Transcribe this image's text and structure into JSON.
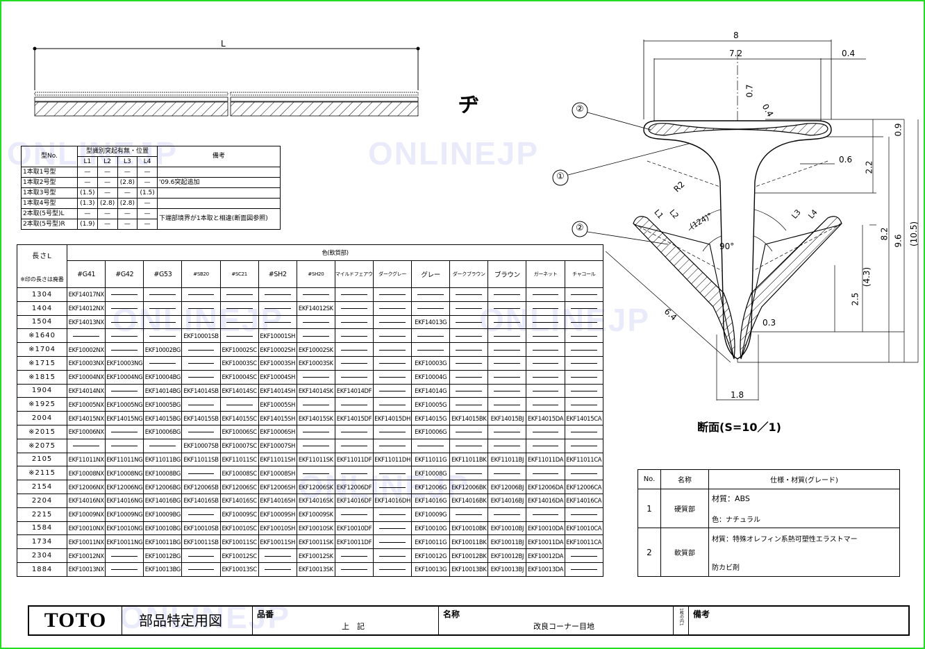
{
  "watermark": "ONLINEJP",
  "drawing": {
    "length_label": "L",
    "section_symbol": "ヂ",
    "section_caption": "断面(S=10／1)",
    "dims": {
      "w8": "8",
      "w72": "7.2",
      "d04a": "0.4",
      "d07": "0.7",
      "d04b": "0.4",
      "d09": "0.9",
      "d06": "0.6",
      "d22": "2.2",
      "r2": "R2",
      "l1": "L1",
      "l2": "L2",
      "l3": "L3",
      "l4": "L4",
      "a124": "(124)°",
      "a90": "90°",
      "d82": "8.2",
      "d96": "9.6",
      "d105": "(10.5)",
      "d43": "(4.3)",
      "d25": "2.5",
      "d64": "6.4",
      "d03": "0.3",
      "d18": "1.8"
    },
    "callouts": [
      "②",
      "①",
      "②"
    ]
  },
  "type_table": {
    "headers": {
      "model": "型No.",
      "protrusion": "型識別突起有無・位置",
      "remarks": "備考",
      "cols": [
        "L1",
        "L2",
        "L3",
        "L4"
      ]
    },
    "rows": [
      {
        "name": "1本取1号型",
        "v": [
          "—",
          "—",
          "—",
          "—"
        ],
        "remark": ""
      },
      {
        "name": "1本取2号型",
        "v": [
          "—",
          "—",
          "(2.8)",
          "—"
        ],
        "remark": "'09.6突起追加"
      },
      {
        "name": "1本取3号型",
        "v": [
          "(1.5)",
          "—",
          "—",
          "(1.5)"
        ],
        "remark": ""
      },
      {
        "name": "1本取4号型",
        "v": [
          "(1.3)",
          "(2.8)",
          "(2.8)",
          "—"
        ],
        "remark": ""
      },
      {
        "name": "2本取(5号型)L",
        "v": [
          "—",
          "—",
          "—",
          "—"
        ],
        "remark": "下端部境界が1本取と相違(断面図参照)"
      },
      {
        "name": "2本取(5号型)R",
        "v": [
          "(1.9)",
          "—",
          "—",
          "—"
        ],
        "remark": ""
      }
    ]
  },
  "color_table": {
    "length_header": "長さL",
    "length_note": "※印の長さは廃番",
    "color_header": "色(軟質部)",
    "columns": [
      "#G41",
      "#G42",
      "#G53",
      "#SB20",
      "#SC21",
      "#SH2",
      "#SH20",
      "マイルドフェアウッド",
      "ダークグレー",
      "グレー",
      "ダークブラウン",
      "ブラウン",
      "ガーネット",
      "チャコール"
    ],
    "rows": [
      {
        "len": "1304",
        "c": [
          "EKF14017NX",
          "",
          "",
          "",
          "",
          "",
          "",
          "",
          "",
          "",
          "",
          "",
          "",
          ""
        ]
      },
      {
        "len": "1404",
        "c": [
          "EKF14012NX",
          "",
          "",
          "",
          "",
          "",
          "EKF14012SK",
          "",
          "",
          "",
          "",
          "",
          "",
          ""
        ]
      },
      {
        "len": "1504",
        "c": [
          "EKF14013NX",
          "",
          "",
          "",
          "",
          "",
          "",
          "",
          "",
          "EKF14013G",
          "",
          "",
          "",
          ""
        ]
      },
      {
        "len": "※1640",
        "c": [
          "",
          "",
          "",
          "EKF10001SB",
          "",
          "EKF10001SH",
          "",
          "",
          "",
          "",
          "",
          "",
          "",
          ""
        ]
      },
      {
        "len": "※1704",
        "c": [
          "EKF10002NX",
          "",
          "EKF10002BG",
          "",
          "EKF10002SC",
          "EKF10002SH",
          "EKF10002SK",
          "",
          "",
          "",
          "",
          "",
          "",
          ""
        ]
      },
      {
        "len": "※1715",
        "c": [
          "EKF10003NX",
          "EKF10003NG",
          "",
          "",
          "EKF10003SC",
          "EKF10003SH",
          "EKF10003SK",
          "",
          "",
          "EKF10003G",
          "",
          "",
          "",
          ""
        ]
      },
      {
        "len": "※1815",
        "c": [
          "EKF10004NX",
          "EKF10004NG",
          "EKF10004BG",
          "",
          "EKF10004SC",
          "EKF10004SH",
          "",
          "",
          "",
          "EKF10004G",
          "",
          "",
          "",
          ""
        ]
      },
      {
        "len": "1904",
        "c": [
          "EKF14014NX",
          "",
          "EKF14014BG",
          "EKF14014SB",
          "EKF14014SC",
          "EKF14014SH",
          "EKF14014SK",
          "EKF14014DF",
          "",
          "EKF14014G",
          "",
          "",
          "",
          ""
        ]
      },
      {
        "len": "※1925",
        "c": [
          "EKF10005NX",
          "EKF10005NG",
          "EKF10005BG",
          "",
          "",
          "EKF10005SH",
          "",
          "",
          "",
          "EKF10005G",
          "",
          "",
          "",
          ""
        ]
      },
      {
        "len": "2004",
        "c": [
          "EKF14015NX",
          "EKF14015NG",
          "EKF14015BG",
          "EKF14015SB",
          "EKF14015SC",
          "EKF14015SH",
          "EKF14015SK",
          "EKF14015DF",
          "EKF14015DH",
          "EKF14015G",
          "EKF14015BK",
          "EKF14015BJ",
          "EKF14015DA",
          "EKF14015CA"
        ]
      },
      {
        "len": "※2015",
        "c": [
          "EKF10006NX",
          "",
          "EKF10006BG",
          "",
          "EKF10006SC",
          "EKF10006SH",
          "",
          "",
          "",
          "EKF10006G",
          "",
          "",
          "",
          ""
        ]
      },
      {
        "len": "※2075",
        "c": [
          "",
          "",
          "",
          "EKF10007SB",
          "EKF10007SC",
          "EKF10007SH",
          "",
          "",
          "",
          "",
          "",
          "",
          "",
          ""
        ]
      },
      {
        "len": "2105",
        "c": [
          "EKF11011NX",
          "EKF11011NG",
          "EKF11011BG",
          "EKF11011SB",
          "EKF11011SC",
          "EKF11011SH",
          "EKF11011SK",
          "EKF11011DF",
          "EKF11011DH",
          "EKF11011G",
          "EKF11011BK",
          "EKF11011BJ",
          "EKF11011DA",
          "EKF11011CA"
        ]
      },
      {
        "len": "※2115",
        "c": [
          "EKF10008NX",
          "EKF10008NG",
          "EKF10008BG",
          "",
          "EKF10008SC",
          "EKF10008SH",
          "",
          "",
          "",
          "EKF10008G",
          "",
          "",
          "",
          ""
        ]
      },
      {
        "len": "2154",
        "c": [
          "EKF12006NX",
          "EKF12006NG",
          "EKF12006BG",
          "EKF12006SB",
          "EKF12006SC",
          "EKF12006SH",
          "EKF12006SK",
          "EKF12006DF",
          "",
          "EKF12006G",
          "EKF12006BK",
          "EKF12006BJ",
          "EKF12006DA",
          "EKF12006CA"
        ]
      },
      {
        "len": "2204",
        "c": [
          "EKF14016NX",
          "EKF14016NG",
          "EKF14016BG",
          "EKF14016SB",
          "EKF14016SC",
          "EKF14016SH",
          "EKF14016SK",
          "EKF14016DF",
          "EKF14016DH",
          "EKF14016G",
          "EKF14016BK",
          "EKF14016BJ",
          "EKF14016DA",
          "EKF14016CA"
        ]
      },
      {
        "len": "2215",
        "c": [
          "EKF10009NX",
          "EKF10009NG",
          "EKF10009BG",
          "",
          "EKF10009SC",
          "EKF10009SH",
          "EKF10009SK",
          "",
          "",
          "EKF10009G",
          "",
          "",
          "",
          ""
        ]
      },
      {
        "len": "1584",
        "c": [
          "EKF10010NX",
          "EKF10010NG",
          "EKF10010BG",
          "EKF10010SB",
          "EKF10010SC",
          "EKF10010SH",
          "EKF10010SK",
          "EKF10010DF",
          "",
          "EKF10010G",
          "EKF10010BK",
          "EKF10010BJ",
          "EKF10010DA",
          "EKF10010CA"
        ]
      },
      {
        "len": "1734",
        "c": [
          "EKF10011NX",
          "EKF10011NG",
          "EKF10011BG",
          "EKF10011SB",
          "EKF10011SC",
          "EKF10011SH",
          "EKF10011SK",
          "EKF10011DF",
          "",
          "EKF10011G",
          "EKF10011BK",
          "EKF10011BJ",
          "EKF10011DA",
          "EKF10011CA"
        ]
      },
      {
        "len": "2304",
        "c": [
          "EKF10012NX",
          "",
          "EKF10012BG",
          "",
          "EKF10012SC",
          "",
          "EKF10012SK",
          "",
          "",
          "EKF10012G",
          "EKF10012BK",
          "EKF10012BJ",
          "EKF10012DA",
          ""
        ]
      },
      {
        "len": "1884",
        "c": [
          "EKF10013NX",
          "",
          "EKF10013BG",
          "",
          "EKF10013SC",
          "",
          "EKF10013SK",
          "",
          "",
          "EKF10013G",
          "EKF10013BK",
          "EKF10013BJ",
          "EKF10013DA",
          ""
        ]
      }
    ]
  },
  "parts_table": {
    "headers": {
      "no": "No.",
      "name": "名称",
      "spec": "仕様・材質(グレード)"
    },
    "rows": [
      {
        "no": "1",
        "name": "硬質部",
        "spec1": "材質：ABS",
        "spec2": "色：ナチュラル"
      },
      {
        "no": "2",
        "name": "軟質部",
        "spec1": "材質：特殊オレフィン系熱可塑性エラストマー",
        "spec2": "防カビ剤"
      }
    ]
  },
  "title_block": {
    "logo": "TOTO",
    "doc_type": "部品特定用図",
    "part_no_label": "品番",
    "part_no_value": "上　記",
    "name_label": "名称",
    "name_value": "改良コーナー目地",
    "sheet": "1枚の内1",
    "remarks_label": "備考"
  }
}
